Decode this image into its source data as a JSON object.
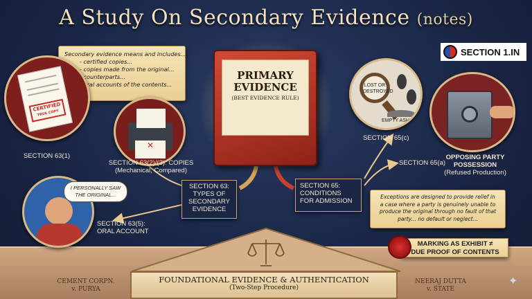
{
  "header": {
    "title": "A Study On Secondary Evidence",
    "subtitle": "(notes)"
  },
  "logo": {
    "text": "SECTION 1.IN"
  },
  "definition_note": {
    "lines": [
      "Secondary evidence means and includes...",
      "- certified copies...",
      "- copies made from the original...",
      "- counterparts...",
      "- oral accounts of the contents..."
    ]
  },
  "certified_stamp": {
    "text1": "CERTIFIED",
    "text2": "TRUE COPY"
  },
  "primary_book": {
    "title_line1": "PRIMARY",
    "title_line2": "EVIDENCE",
    "subtitle": "(BEST EVIDENCE RULE)"
  },
  "sections": {
    "s63_1": "SECTION 63(1)",
    "s63_2_3_line1": "SECTION 63(2)/(3): COPIES",
    "s63_2_3_line2": "(Mechanical, Compared)",
    "s63_types": [
      "SECTION 63:",
      "TYPES OF",
      "SECONDARY",
      "EVIDENCE"
    ],
    "s65_conditions": [
      "SECTION 65:",
      "CONDITIONS",
      "FOR ADMISSION"
    ],
    "s63_5_line1": "SECTION 63(5):",
    "s63_5_line2": "ORAL ACCOUNT",
    "s65_c": "SECTION 65(c)",
    "s65_a": "SECTION 65(a)",
    "opposing_line1": "OPPOSING PARTY",
    "opposing_line2": "POSSESSION",
    "opposing_line3": "(Refused Production)"
  },
  "speech_bubble": {
    "line1": "I PERSONALLY SAW",
    "line2": "THE ORIGINAL..."
  },
  "lost_sign": {
    "line1": "LOST OR",
    "line2": "DESTROYED"
  },
  "ashes_label": "EMPTY ASHES",
  "exceptions_note": {
    "lines": [
      "Exceptions are designed to provide relief in",
      "a case where a party is genuinely unable to",
      "produce the original through no fault of that",
      "party... no default or neglect..."
    ]
  },
  "marking_box": {
    "line1": "MARKING AS EXHIBIT ≠",
    "line2": "DUE PROOF OF CONTENTS"
  },
  "foundation": {
    "title": "FOUNDATIONAL EVIDENCE & AUTHENTICATION",
    "subtitle": "(Two-Step Procedure)"
  },
  "cases": {
    "left_line1": "CEMENT CORPN.",
    "left_line2": "v. PURYA",
    "right_line1": "NEERAJ DUTTA",
    "right_line2": "v. STATE"
  },
  "colors": {
    "background": "#1b2747",
    "parchment": "#f0dca6",
    "book_red": "#b5372a",
    "accent_gold": "#d9b98a"
  }
}
